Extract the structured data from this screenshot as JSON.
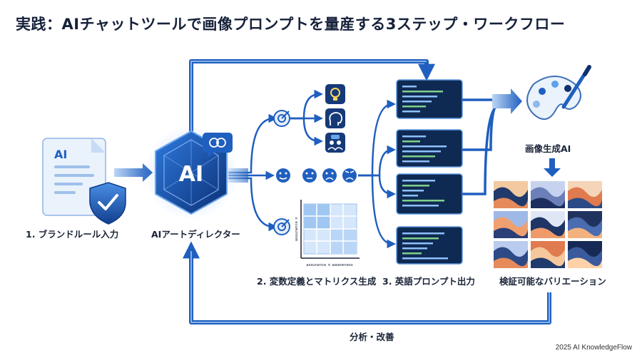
{
  "title": "実践：AIチャットツールで画像プロンプトを量産する3ステップ・ワークフロー",
  "steps": {
    "brand_rules": "1. ブランドルール入力",
    "ai_director": "AIアートディレクター",
    "variables_matrix": "2. 変数定義とマトリクス生成",
    "english_prompt": "3. 英語プロンプト出力",
    "image_ai": "画像生成AI",
    "variations": "検証可能なバリエーション"
  },
  "feedback_label": "分析・改善",
  "doc_badge": "AI",
  "hub_badge": "AI",
  "matrix": {
    "x_axis": "assurance × awareness",
    "y_axis": "assurance ×"
  },
  "footer": "2025 AI KnowledgeFlow",
  "colors": {
    "primary": "#1f5fbf",
    "dark": "#0d2f6e",
    "code_bg": "#0f2a52",
    "accent": "#3f86e0"
  }
}
